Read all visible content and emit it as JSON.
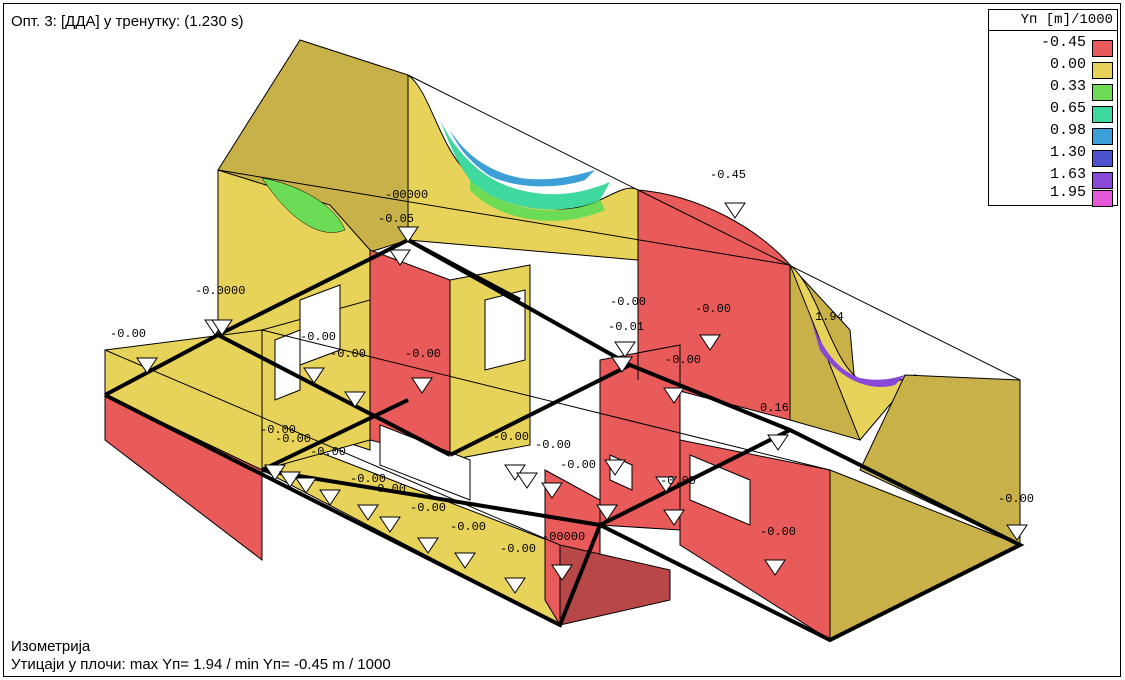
{
  "header": {
    "title": "Опт. 3: [ДДА] у тренутку: (1.230 s)"
  },
  "footer": {
    "view_name": "Изометрија",
    "summary": "Утицаји у плочи: max Yп= 1.94 / min Yп= -0.45 m / 1000"
  },
  "legend": {
    "title": "Yп [m]/1000",
    "entries": [
      {
        "value": "-0.45",
        "color": "#e95a5a"
      },
      {
        "value": "0.00",
        "color": "#e8d35a"
      },
      {
        "value": "0.33",
        "color": "#6cdb56"
      },
      {
        "value": "0.65",
        "color": "#3fd9a0"
      },
      {
        "value": "0.98",
        "color": "#3c9fd8"
      },
      {
        "value": "1.30",
        "color": "#4d52cf"
      },
      {
        "value": "1.63",
        "color": "#8a48d6"
      },
      {
        "value": "1.95",
        "color": "#e357d8"
      }
    ]
  },
  "labels": [
    {
      "text": "-0.45"
    },
    {
      "text": "1.94"
    },
    {
      "text": "-00000"
    },
    {
      "text": "-0.05"
    },
    {
      "text": "-0.0000"
    },
    {
      "text": "-0.00"
    },
    {
      "text": "-0.00"
    },
    {
      "text": "-0.00"
    },
    {
      "text": "-0.00"
    },
    {
      "text": "-0.00"
    },
    {
      "text": "-0.01"
    },
    {
      "text": "-0.00"
    },
    {
      "text": "-0.00"
    },
    {
      "text": "-0.00"
    },
    {
      "text": "-0.00"
    },
    {
      "text": "-0.00"
    },
    {
      "text": "-0.00"
    },
    {
      "text": "-0.00"
    },
    {
      "text": "-0.00"
    },
    {
      "text": "-0.00"
    },
    {
      "text": "-0.00"
    },
    {
      "text": "-0.00"
    },
    {
      "text": "-0.00"
    },
    {
      "text": "-0.00"
    },
    {
      "text": "-00000"
    },
    {
      "text": "-0.00"
    },
    {
      "text": "0.16"
    },
    {
      "text": "-0.00"
    },
    {
      "text": "-0.00"
    }
  ]
}
